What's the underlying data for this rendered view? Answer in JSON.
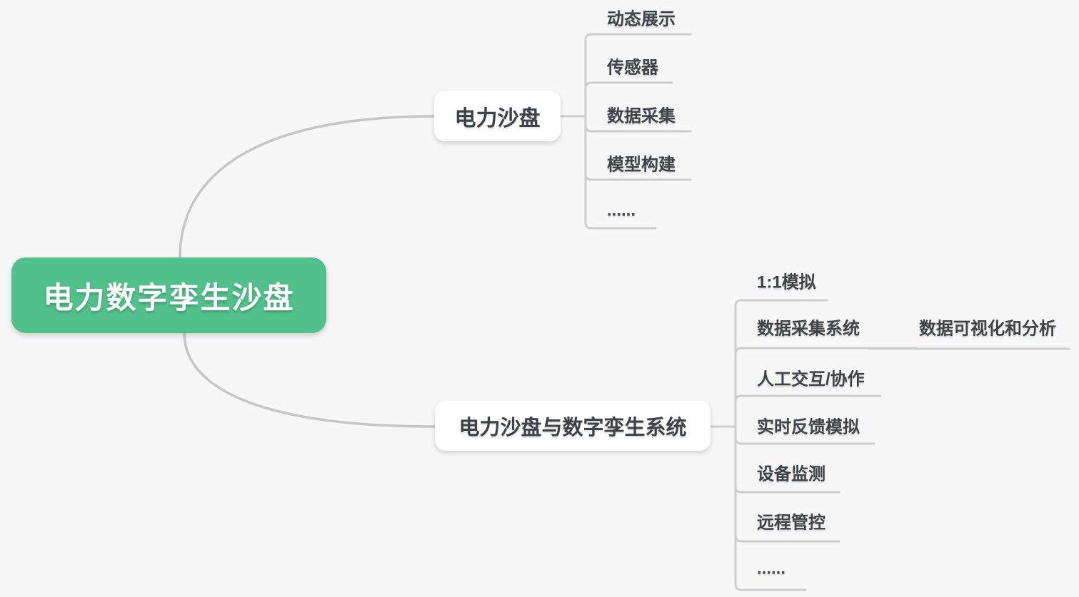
{
  "canvas": {
    "background_color": "#f7f7f7",
    "connector_color": "#c6c6c6",
    "underline_color": "#cdcdcd",
    "root_color": "#52c08a",
    "root_text_color": "#ffffff",
    "node_bg_color": "#ffffff",
    "text_color": "#3d4249"
  },
  "mindmap": {
    "root": {
      "label": "电力数字孪生沙盘"
    },
    "branches": [
      {
        "label": "电力沙盘",
        "children": [
          {
            "label": "动态展示"
          },
          {
            "label": "传感器"
          },
          {
            "label": "数据采集"
          },
          {
            "label": "模型构建"
          },
          {
            "label": "......"
          }
        ]
      },
      {
        "label": "电力沙盘与数字孪生系统",
        "children": [
          {
            "label": "1:1模拟"
          },
          {
            "label": "数据采集系统",
            "children": [
              {
                "label": "数据可视化和分析"
              }
            ]
          },
          {
            "label": "人工交互/协作"
          },
          {
            "label": "实时反馈模拟"
          },
          {
            "label": "设备监测"
          },
          {
            "label": "远程管控"
          },
          {
            "label": "......"
          }
        ]
      }
    ]
  }
}
